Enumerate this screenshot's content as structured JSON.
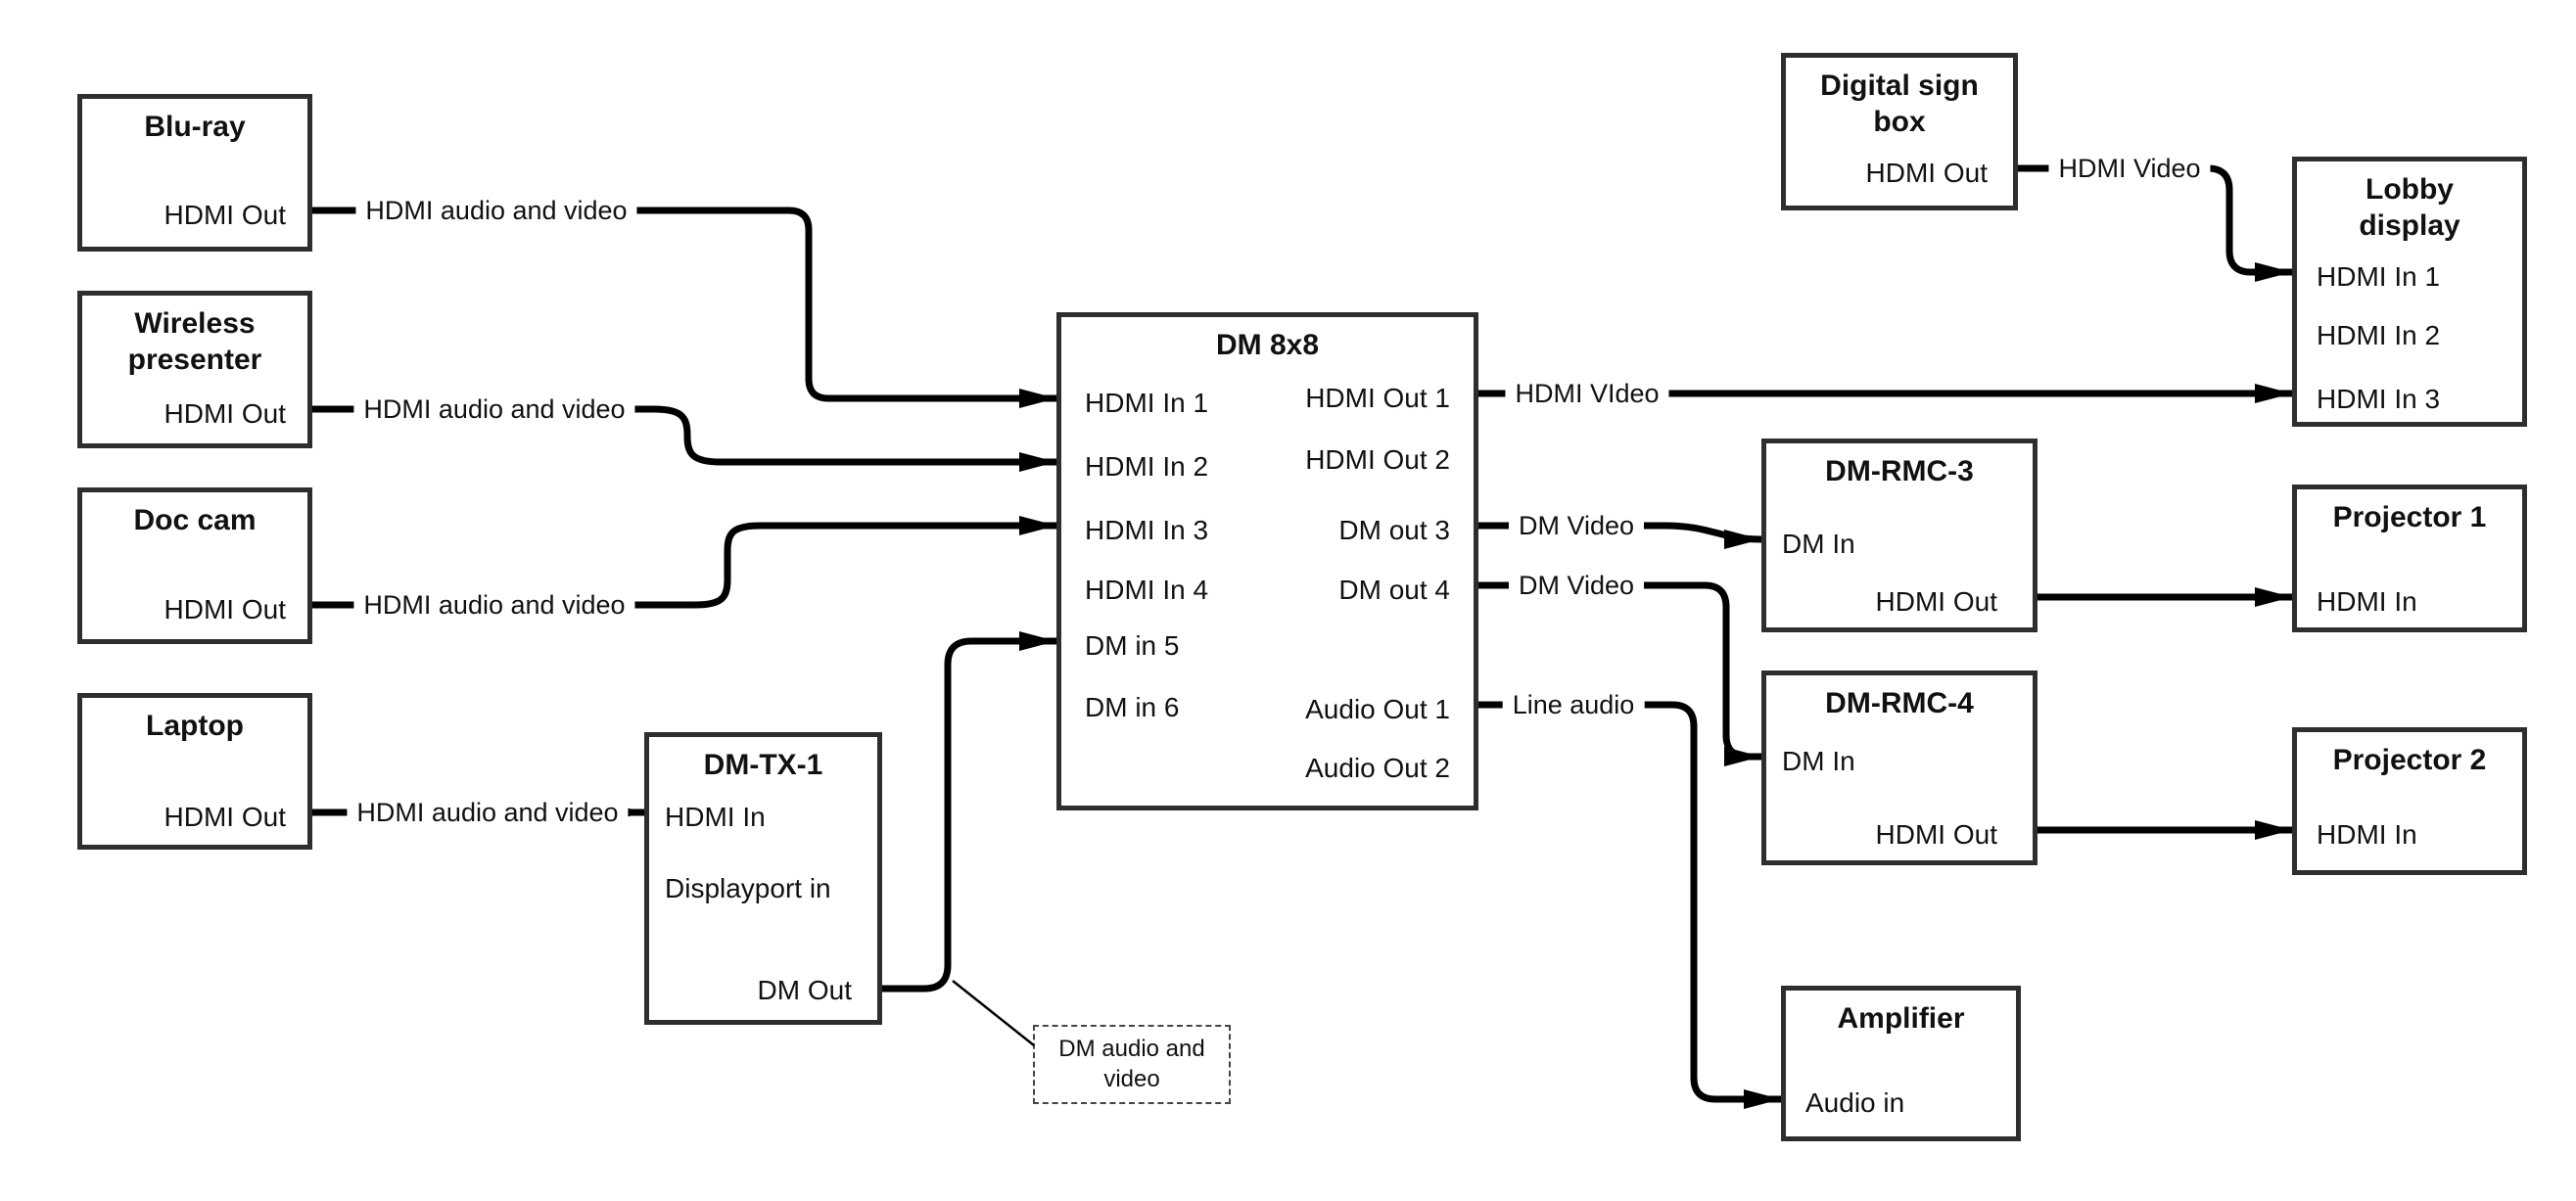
{
  "colors": {
    "background": "#ffffff",
    "line": "#000000",
    "box_border": "#2e2e2e",
    "text": "#111111"
  },
  "nodes": {
    "bluray": {
      "title": "Blu-ray",
      "port_out": "HDMI Out"
    },
    "wireless": {
      "title": "Wireless presenter",
      "port_out": "HDMI Out"
    },
    "doccam": {
      "title": "Doc cam",
      "port_out": "HDMI Out"
    },
    "laptop": {
      "title": "Laptop",
      "port_out": "HDMI Out"
    },
    "dmtx1": {
      "title": "DM-TX-1",
      "port_hdmi_in": "HDMI In",
      "port_dp_in": "Displayport in",
      "port_dm_out": "DM Out"
    },
    "dm8x8": {
      "title": "DM 8x8",
      "in1": "HDMI In 1",
      "in2": "HDMI In 2",
      "in3": "HDMI In 3",
      "in4": "HDMI In 4",
      "in5": "DM in 5",
      "in6": "DM in 6",
      "out1": "HDMI Out 1",
      "out2": "HDMI Out 2",
      "out3": "DM out 3",
      "out4": "DM out 4",
      "audio1": "Audio Out 1",
      "audio2": "Audio Out 2"
    },
    "digitalsign": {
      "title": "Digital sign box",
      "port_out": "HDMI Out"
    },
    "lobby": {
      "title": "Lobby display",
      "in1": "HDMI In 1",
      "in2": "HDMI In 2",
      "in3": "HDMI In 3"
    },
    "rmc3": {
      "title": "DM-RMC-3",
      "port_dm_in": "DM In",
      "port_hdmi_out": "HDMI Out"
    },
    "proj1": {
      "title": "Projector 1",
      "port_in": "HDMI In"
    },
    "rmc4": {
      "title": "DM-RMC-4",
      "port_dm_in": "DM In",
      "port_hdmi_out": "HDMI Out"
    },
    "proj2": {
      "title": "Projector 2",
      "port_in": "HDMI In"
    },
    "amplifier": {
      "title": "Amplifier",
      "port_in": "Audio in"
    }
  },
  "edge_labels": {
    "bluray": "HDMI audio and video",
    "wireless": "HDMI audio and video",
    "doccam": "HDMI audio and video",
    "laptop": "HDMI audio and video",
    "hdmi_out1": "HDMI VIdeo",
    "dm_out3": "DM Video",
    "dm_out4": "DM Video",
    "audio_out1": "Line audio",
    "digitalsign": "HDMI Video"
  },
  "callout": {
    "text": "DM audio and video"
  }
}
